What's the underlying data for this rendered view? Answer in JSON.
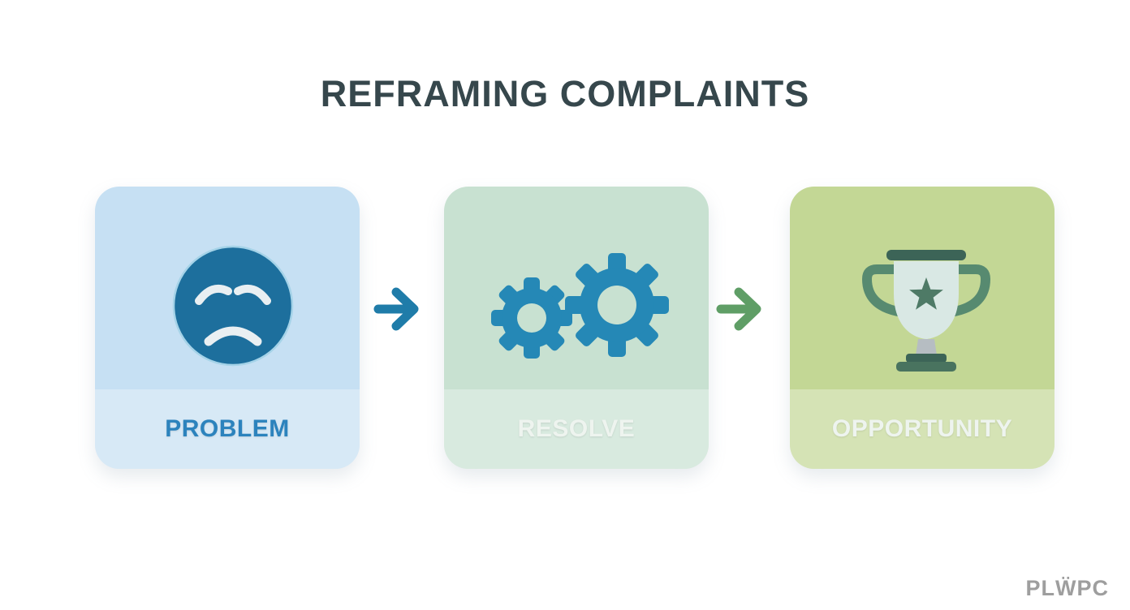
{
  "title": {
    "text": "REFRAMING COMPLAINTS",
    "color": "#36474c"
  },
  "cards": [
    {
      "label": "PROBLEM",
      "icon": "sad-face-icon",
      "bg": "#c6e0f3",
      "label_color": "#2c83bd"
    },
    {
      "label": "RESOLVE",
      "icon": "gears-icon",
      "bg": "#c8e1d1",
      "label_color": "#eef4ef"
    },
    {
      "label": "OPPORTUNITY",
      "icon": "trophy-icon",
      "bg": "#c3d795",
      "label_color": "#eef4ef"
    }
  ],
  "arrows": [
    {
      "direction": "right",
      "color": "#1f7ca9"
    },
    {
      "direction": "right",
      "color": "#5f9e66"
    }
  ],
  "icon_colors": {
    "face": {
      "circle": "#1d6f9d",
      "outline": "#a5d3e8",
      "features": "#e9eff2"
    },
    "gears": {
      "fill": "#2588b6"
    },
    "trophy": {
      "rim": "#3c6457",
      "cup": "#d9e8e4",
      "star": "#4e7a66",
      "handle": "#578a70",
      "stem": "#b6bdc2",
      "base_top": "#3c6457",
      "base_bottom": "#49735f"
    }
  },
  "watermark": {
    "text": "PLẄPC",
    "color": "#9e9e9e"
  },
  "page_background": "#ffffff"
}
